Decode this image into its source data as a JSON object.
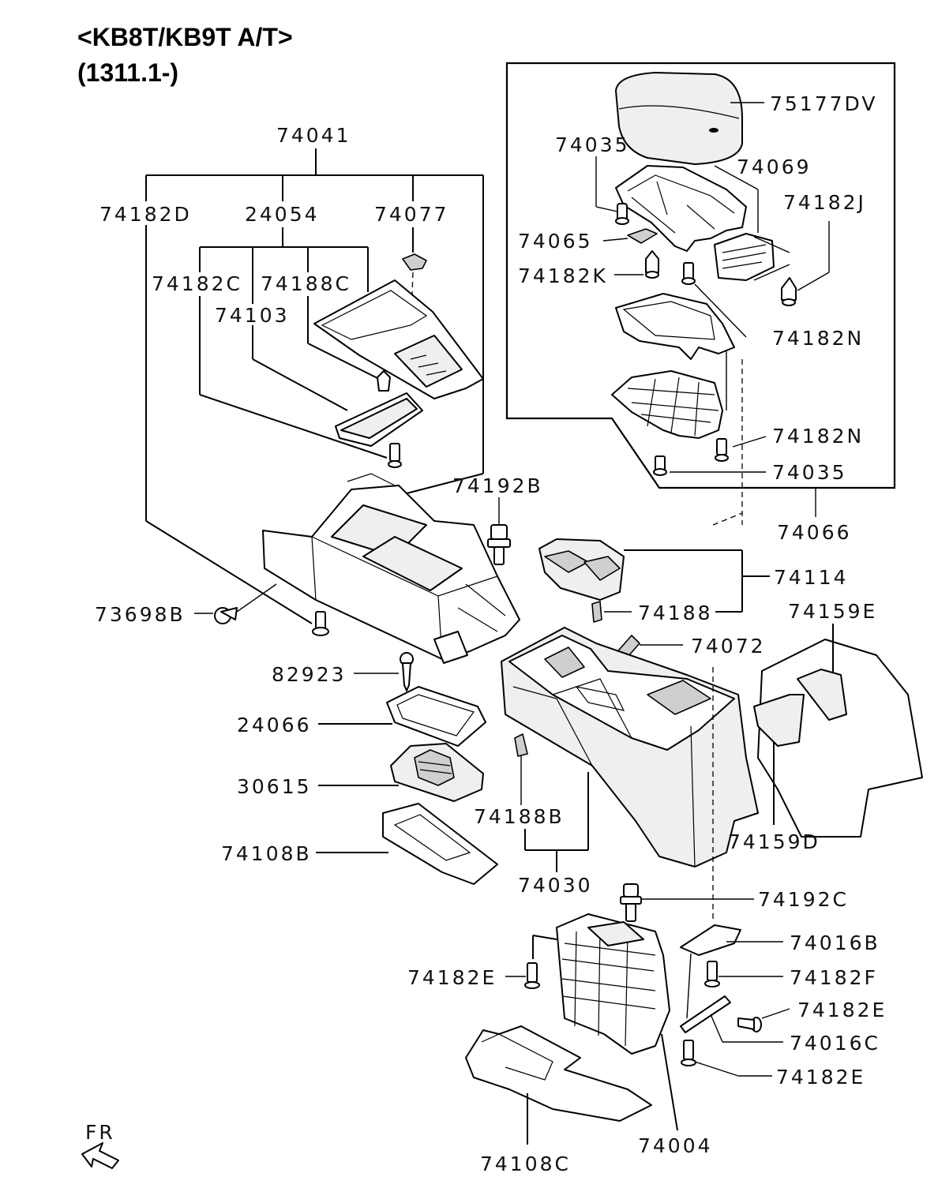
{
  "header": {
    "model": "<KB8T/KB9T A/T>",
    "range": "(1311.1-)"
  },
  "direction": {
    "label": "FR"
  },
  "parts": {
    "p75177DV": "75177DV",
    "p74035_top": "74035",
    "p74069": "74069",
    "p74182J": "74182J",
    "p74065": "74065",
    "p74182K": "74182K",
    "p74182N_a": "74182N",
    "p74182N_b": "74182N",
    "p74035_bot": "74035",
    "p74066": "74066",
    "p74041": "74041",
    "p74182D": "74182D",
    "p24054": "24054",
    "p74077": "74077",
    "p74182C": "74182C",
    "p74188C": "74188C",
    "p74103": "74103",
    "p74192B": "74192B",
    "p74114": "74114",
    "p74188": "74188",
    "p73698B": "73698B",
    "p74159E": "74159E",
    "p74072": "74072",
    "p82923": "82923",
    "p24066": "24066",
    "p30615": "30615",
    "p74188B": "74188B",
    "p74159D": "74159D",
    "p74108B": "74108B",
    "p74030": "74030",
    "p74192C": "74192C",
    "p74016B": "74016B",
    "p74182E_a": "74182E",
    "p74182F": "74182F",
    "p74182E_b": "74182E",
    "p74016C": "74016C",
    "p74182E_c": "74182E",
    "p74004": "74004",
    "p74108C": "74108C"
  }
}
